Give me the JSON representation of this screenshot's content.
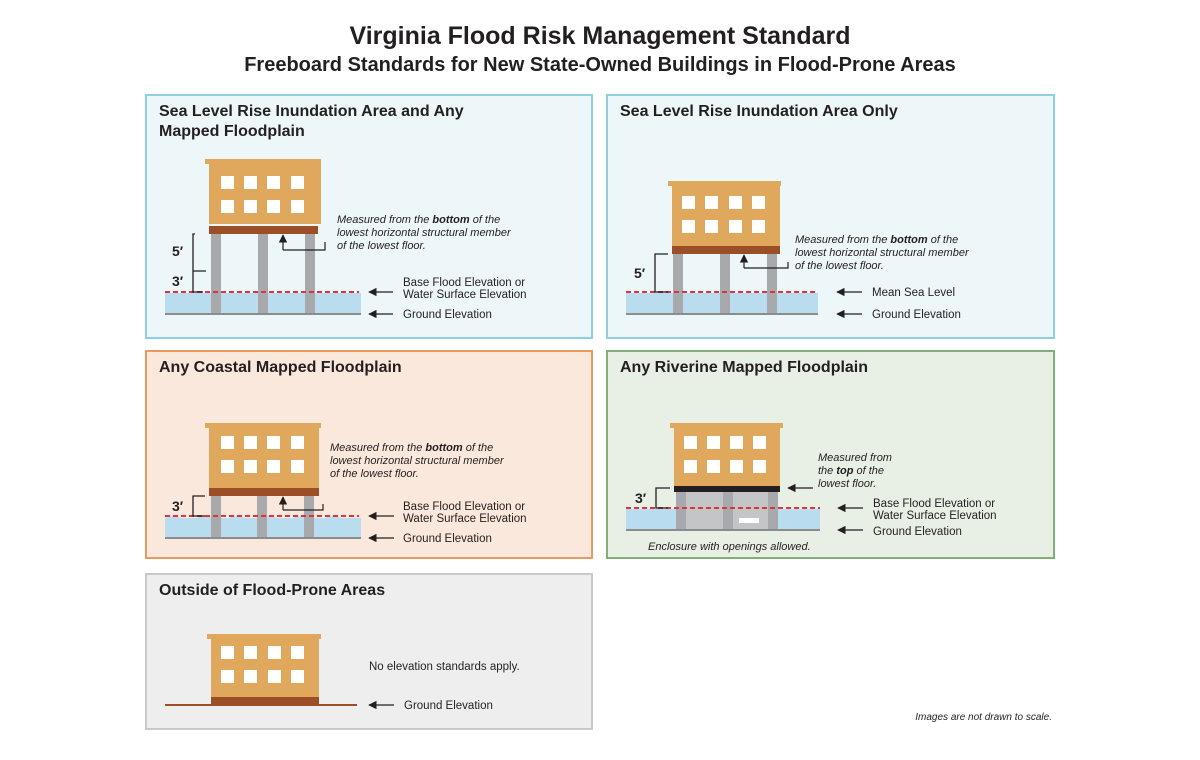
{
  "title": "Virginia Flood Risk Management Standard",
  "subtitle": "Freeboard Standards for New State-Owned Buildings in Flood-Prone Areas",
  "panels": {
    "slr_mapped": {
      "title": "Sea Level Rise Inundation Area and Any Mapped Floodplain",
      "note_pre": "Measured from the ",
      "note_bold": "bottom",
      "note_post": " of the",
      "note_line2": "lowest horizontal structural member",
      "note_line3": "of the lowest floor.",
      "dim_top": "5′",
      "dim_bottom": "3′",
      "flood_label_1": "Base Flood Elevation or",
      "flood_label_2": "Water Surface Elevation",
      "ground_label": "Ground Elevation"
    },
    "slr_only": {
      "title": "Sea Level Rise Inundation Area Only",
      "note_pre": "Measured from the ",
      "note_bold": "bottom",
      "note_post": " of the",
      "note_line2": "lowest horizontal structural member",
      "note_line3": "of the lowest floor.",
      "dim": "5′",
      "sea_label": "Mean Sea Level",
      "ground_label": "Ground Elevation"
    },
    "coastal": {
      "title": "Any Coastal Mapped Floodplain",
      "note_pre": "Measured from the ",
      "note_bold": "bottom",
      "note_post": " of the",
      "note_line2": "lowest horizontal structural member",
      "note_line3": "of the lowest floor.",
      "dim": "3′",
      "flood_label_1": "Base Flood Elevation or",
      "flood_label_2": "Water Surface Elevation",
      "ground_label": "Ground Elevation"
    },
    "riverine": {
      "title": "Any Riverine Mapped Floodplain",
      "note_line1": "Measured from",
      "note_pre": "the ",
      "note_bold": "top",
      "note_post": " of the",
      "note_line3": "lowest floor.",
      "dim": "3′",
      "flood_label_1": "Base Flood Elevation or",
      "flood_label_2": "Water Surface Elevation",
      "ground_label": "Ground Elevation",
      "enclosure_note": "Enclosure with openings allowed."
    },
    "outside": {
      "title": "Outside of Flood-Prone Areas",
      "no_standards": "No elevation standards apply.",
      "ground_label": "Ground Elevation"
    }
  },
  "scale_note": "Images are not drawn to scale.",
  "colors": {
    "building": "#e0a85c",
    "floor_beam": "#9c4f26",
    "pier": "#a7a9ac",
    "water": "#b9dcef",
    "flood_line": "#d9353b",
    "ground": "#8a8c8e"
  }
}
